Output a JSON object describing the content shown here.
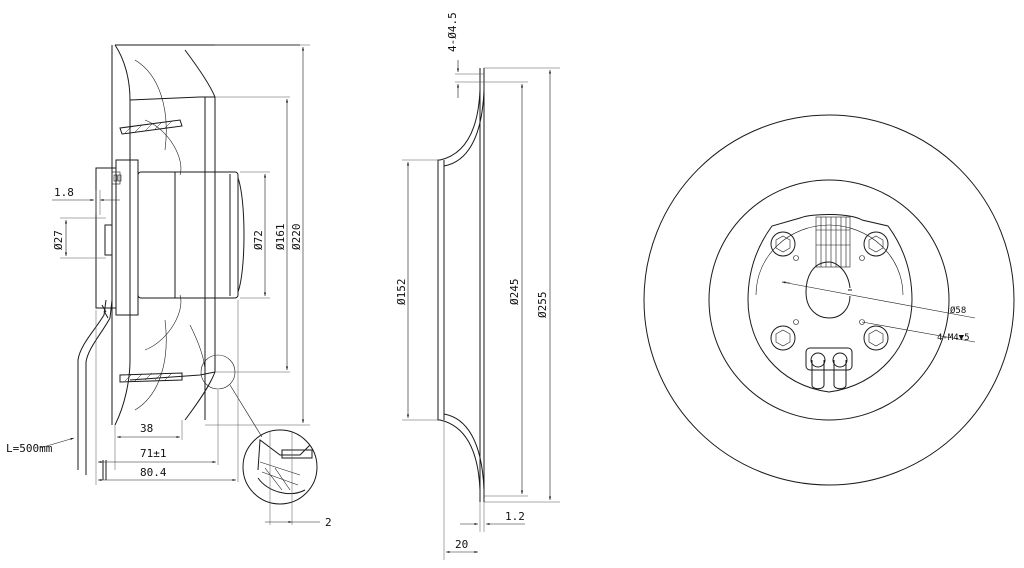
{
  "side_view": {
    "dims": {
      "d_1_8": "1.8",
      "d_27": "Ø27",
      "d_72": "Ø72",
      "d_161": "Ø161",
      "d_220": "Ø220",
      "d_38": "38",
      "d_71": "71±1",
      "d_80_4": "80.4",
      "cable_len": "L=500mm",
      "detail_2": "2"
    }
  },
  "section_view": {
    "dims": {
      "holes": "4-Ø4.5",
      "d_152": "Ø152",
      "d_245": "Ø245",
      "d_255": "Ø255",
      "d_1_2": "1.2",
      "d_20": "20"
    }
  },
  "front_view": {
    "dims": {
      "d_58": "Ø58",
      "threads": "4-M4▼5"
    }
  }
}
